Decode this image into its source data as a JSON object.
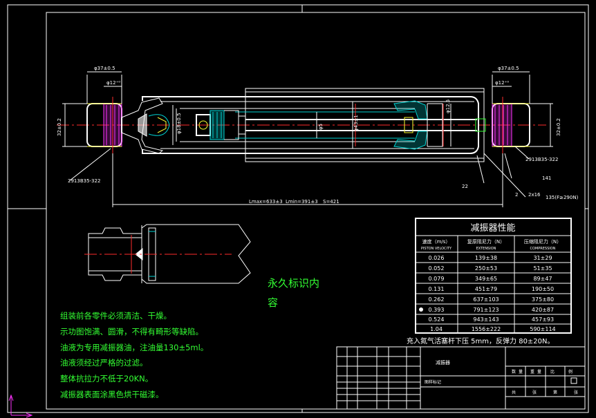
{
  "drawing": {
    "dimensions": {
      "d37_left": "φ37±0.5",
      "d12_left": "φ12⁺⁰",
      "d37_right": "φ37±0.5",
      "d12_right": "φ12⁺⁰",
      "h32_left": "32±0.2",
      "h32_right": "32±0.2",
      "d18": "φ18±0.5",
      "d5": "φ5",
      "d43": "φ43±1",
      "d12_5": "φ12.5",
      "part_left": "2913B35-322",
      "part_right": "2913B35-322",
      "lmax": "Lmax=633±3",
      "lmin": "Lmin=391±3",
      "stroke": "S=421",
      "n22": "22",
      "n141": "141",
      "n2x16": "2x16",
      "n135": "135(F≥290N)",
      "n2": "2"
    },
    "permanent_mark": [
      "永久标识内",
      "容"
    ],
    "notes": [
      "组装前各零件必须清洁、干燥。",
      "示功图饱满、圆滑，不得有畸形等缺陷。",
      "油液为专用减振器油，注油量130±5ml。",
      "油液须经过严格的过滤。",
      "整体抗拉力不低于20KN。",
      "减振器表面涂黑色烘干磁漆。"
    ]
  },
  "performance_table": {
    "title": "减振器性能",
    "headers": [
      {
        "cn": "速度（m/s）",
        "en": "PISTON VELOCITY"
      },
      {
        "cn": "复原阻尼力（N）",
        "en": "EXTENSION"
      },
      {
        "cn": "压缩阻尼力（N）",
        "en": "COMPRESSION"
      }
    ],
    "rows": [
      [
        "0.026",
        "139±38",
        "31±29"
      ],
      [
        "0.052",
        "250±53",
        "51±35"
      ],
      [
        "0.079",
        "349±65",
        "89±47"
      ],
      [
        "0.131",
        "451±79",
        "190±50"
      ],
      [
        "0.262",
        "637±103",
        "375±80"
      ],
      [
        "0.393",
        "791±123",
        "420±87"
      ],
      [
        "0.524",
        "943±143",
        "457±93"
      ],
      [
        "1.04",
        "1556±222",
        "590±114"
      ]
    ],
    "footnote": "充入氮气活塞杆下压 5mm，反弹力 80±20N。"
  },
  "title_block": {
    "drawing_name": "减振器",
    "scale_label": "图样标记",
    "cells_right_row1": [
      "数",
      "量",
      "重",
      "量",
      "比",
      "例"
    ],
    "cells_right_row2": [
      "共",
      "张",
      "第",
      "张"
    ]
  },
  "colors": {
    "background": "#000000",
    "frame": "#ffffff",
    "centerline": "#ff2b2b",
    "notes": "#33ff33",
    "hatch": "#00d4d4",
    "bushing": "#ff33ff"
  }
}
